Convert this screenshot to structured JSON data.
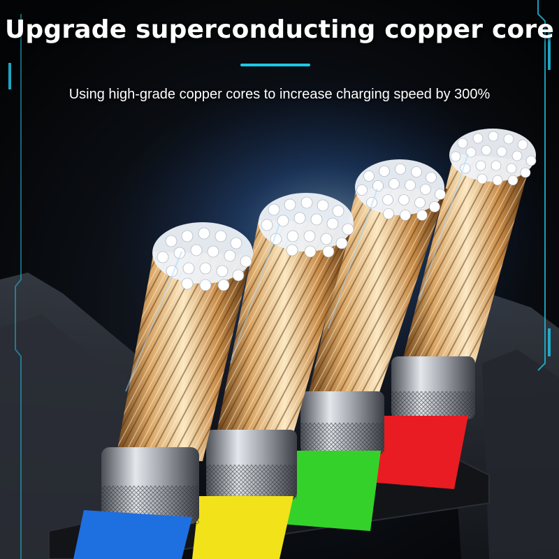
{
  "headline": "Upgrade superconducting copper core",
  "subheadline": "Using high-grade copper cores to increase charging speed by 300%",
  "colors": {
    "background": "#050608",
    "accent": "#1ec8e6",
    "frame": "#1fb8d8",
    "copper_light": "#f6dcae",
    "copper_dark": "#7a4a1c",
    "steel": "#c9ccd1",
    "cable_blue": "#1e6fe0",
    "cable_yellow": "#f2e21a",
    "cable_green": "#34d12b",
    "cable_red": "#e81c22"
  },
  "cables": [
    {
      "color_name": "blue",
      "icon": "copper-strand-cable-icon"
    },
    {
      "color_name": "yellow",
      "icon": "copper-strand-cable-icon"
    },
    {
      "color_name": "green",
      "icon": "copper-strand-cable-icon"
    },
    {
      "color_name": "red",
      "icon": "copper-strand-cable-icon"
    }
  ]
}
